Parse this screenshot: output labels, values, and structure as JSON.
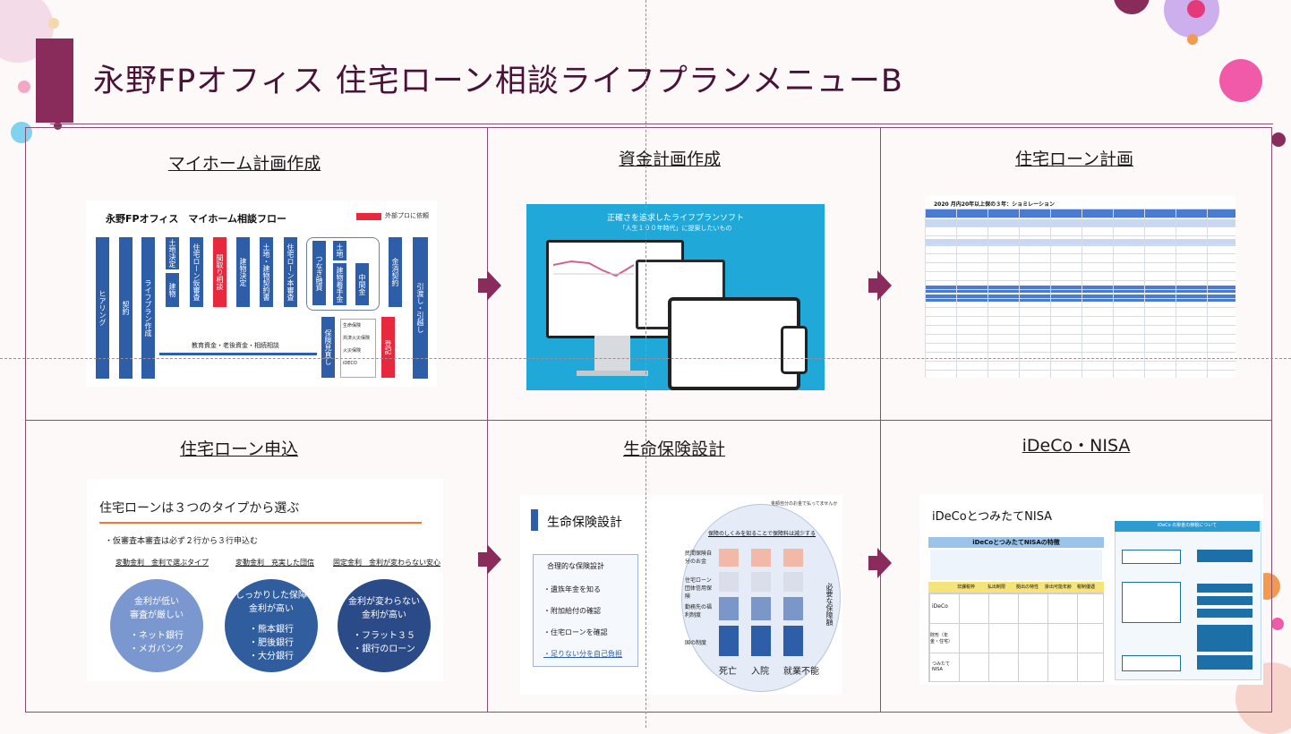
{
  "page": {
    "title": "永野FPオフィス 住宅ローン相談ライフプランメニューB"
  },
  "colors": {
    "accent": "#8a2c5b",
    "grid": "#8a4e6e",
    "blue": "#2e5ea8"
  },
  "cells": [
    {
      "label": "マイホーム計画作成"
    },
    {
      "label": "資金計画作成"
    },
    {
      "label": "住宅ローン計画"
    },
    {
      "label": "住宅ローン申込"
    },
    {
      "label": "生命保険設計"
    },
    {
      "label": "iDeCo・NISA"
    }
  ],
  "flow": {
    "title": "永野FPオフィス　マイホーム相談フロー",
    "legend": "外部プロに依頼",
    "steps": [
      "ヒアリング",
      "契約",
      "ライフプラン作成",
      "土地決定",
      "建物",
      "住宅ローン仮審査",
      "間取り相談",
      "建物決定",
      "土地・建物契約書",
      "住宅ローン本審査",
      "つなぎ融資",
      "土地",
      "建物着手金",
      "中間金",
      "金消契約",
      "引渡し・引越し",
      "保険見直し",
      "登記"
    ],
    "bottom": "教育資金・老後資金・相続相談",
    "insurance": [
      "生命保険",
      "共済火災保険",
      "火災保険",
      "iDECO"
    ]
  },
  "software": {
    "headline": "正確さを追求したライフプランソフト",
    "sub": "「人生１００年時代」に提案したいもの"
  },
  "loanplan": {
    "title": "2020 月内20年以上保の３年：ショミレーション"
  },
  "apply": {
    "title": "住宅ローンは３つのタイプから選ぶ",
    "note": "・仮審査本審査は必ず２行から３行申込む",
    "types": [
      {
        "head": "変動金利　金利で選ぶタイプ",
        "circle": [
          "金利が低い",
          "審査が厳しい",
          "",
          "・ネット銀行",
          "・メガバンク"
        ],
        "color": "#7a97cf"
      },
      {
        "head": "変動金利　充実した団信",
        "circle": [
          "しっかりした保障",
          "金利が高い",
          "",
          "・熊本銀行",
          "・肥後銀行",
          "・大分銀行"
        ],
        "color": "#2f5d9e"
      },
      {
        "head": "固定金利　金利が変わらない安心",
        "circle": [
          "金利が変わらない",
          "金利が高い",
          "",
          "・フラット３５",
          "・銀行のローン"
        ],
        "color": "#2a4a88"
      }
    ]
  },
  "insurance": {
    "title": "生命保険設計",
    "box_title": "合理的な保険設計",
    "items": [
      "・遺族年金を知る",
      "・附加給付の確認",
      "・住宅ローンを確認",
      "・足りない分を自己負担"
    ],
    "top_note": "金額自分のお金で払ってませんか",
    "circle_title": "保障のしくみを知ることで保障料は減少する",
    "rows": [
      "民間保険自分のお金",
      "住宅ローン団体信用保険",
      "勤務先の福利制度",
      "国の制度"
    ],
    "cols": [
      "死亡",
      "入院",
      "就業不能"
    ],
    "side": "必要な保障額"
  },
  "ideco": {
    "title": "iDeCoとつみたてNISA",
    "table_title": "iDeCoとつみたてNISAの特徴",
    "headers": [
      "非課税枠",
      "払出制限",
      "拠出の特性",
      "掛出可能年齢",
      "税制優遇"
    ],
    "rows": [
      "iDeCo",
      "財形（年金・住宅）",
      "つみたてNISA"
    ],
    "panel_title": "iDeCo の掛金の節税について"
  }
}
